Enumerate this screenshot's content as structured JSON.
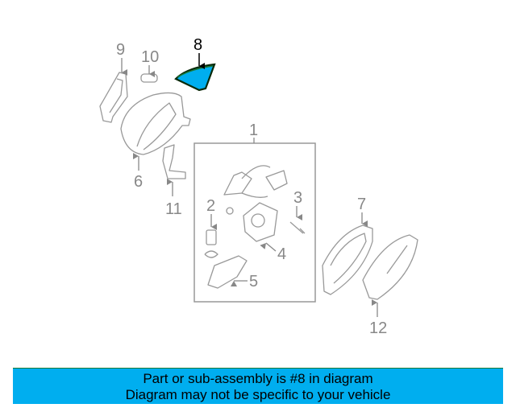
{
  "diagram": {
    "highlighted_part": "8",
    "highlight_color": "#00aeef",
    "callouts": [
      "1",
      "2",
      "3",
      "4",
      "5",
      "6",
      "7",
      "8",
      "9",
      "10",
      "11",
      "12"
    ]
  },
  "banner": {
    "line1": "Part or sub-assembly is #8 in diagram",
    "line2": "Diagram may not be specific to your vehicle",
    "background": "#00aeef"
  }
}
